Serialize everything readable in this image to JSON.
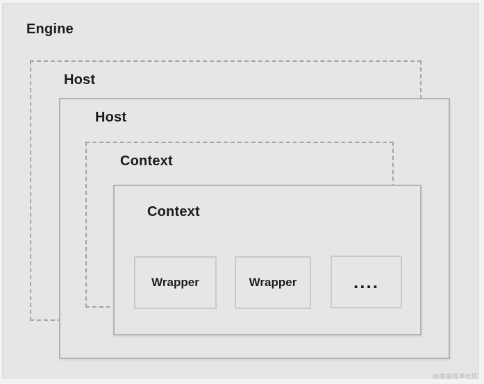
{
  "colors": {
    "canvas_bg": "#e6e6e6",
    "frame": "#f3f3f3",
    "frame_line": "#d9d9d9",
    "dashed_border": "#a3a3a3",
    "solid_border": "#b3b3b3",
    "wrapper_border": "#c9c9c9",
    "text": "#1b1b1b",
    "watermark": "#b5b5b5"
  },
  "diagram": {
    "engine": {
      "label": "Engine"
    },
    "host_dashed": {
      "label": "Host"
    },
    "host_solid": {
      "label": "Host"
    },
    "context_dashed": {
      "label": "Context"
    },
    "context_solid": {
      "label": "Context"
    },
    "wrappers": [
      {
        "label": "Wrapper"
      },
      {
        "label": "Wrapper"
      },
      {
        "label": "...."
      }
    ]
  },
  "watermark": {
    "label": "@掘金技术社区"
  }
}
